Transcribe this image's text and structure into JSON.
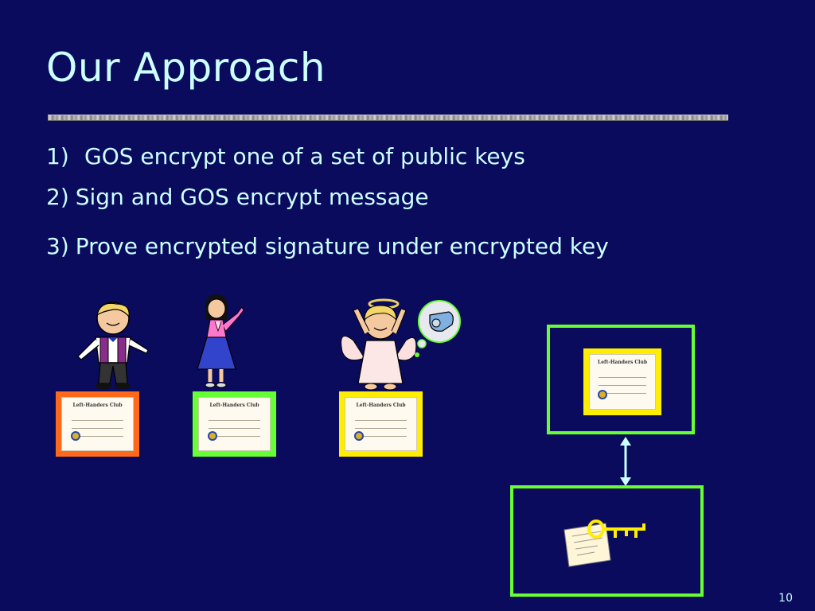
{
  "slide": {
    "title": "Our Approach",
    "page_number": "10"
  },
  "list": {
    "items": [
      {
        "number": "1)",
        "text": "GOS encrypt one of a set of public keys"
      },
      {
        "number": "2)",
        "text": "Sign and GOS encrypt message"
      },
      {
        "number": "3)",
        "text": "Prove encrypted signature under encrypted key"
      }
    ]
  },
  "certificate": {
    "heading": "Left-Handers Club"
  },
  "colors": {
    "background": "#0b0b5e",
    "text": "#ccffff",
    "box_border": "#66ff33",
    "arrow": "#ccffff",
    "cert_orange": "#ff6a1a",
    "cert_green": "#66ff33",
    "cert_yellow": "#ffee00"
  },
  "icons": {
    "boy": "boy-clipart-icon",
    "girl": "girl-clipart-icon",
    "angel": "angel-clipart-icon",
    "whistle": "whistle-thought-bubble-icon",
    "key": "key-icon",
    "arrow": "double-arrow-icon",
    "seal": "ribbon-seal-icon"
  }
}
